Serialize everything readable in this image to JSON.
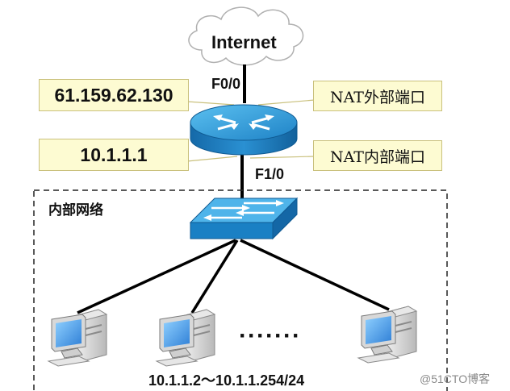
{
  "cloud": {
    "label": "Internet"
  },
  "router": {
    "outer_port": "F0/0",
    "inner_port": "F1/0",
    "outer_ip": "61.159.62.130",
    "inner_ip": "10.1.1.1",
    "outer_port_desc": "NAT外部端口",
    "inner_port_desc": "NAT内部端口"
  },
  "lan": {
    "label": "内部网络",
    "ellipsis": "·······",
    "address_range": "10.1.1.2～10.1.1.254/24"
  },
  "watermark": "@51CTO博客",
  "colors": {
    "device_blue": "#2a8fd0",
    "callout_fill": "#fdfbd2",
    "callout_border": "#c9c07c",
    "line": "#000000"
  }
}
